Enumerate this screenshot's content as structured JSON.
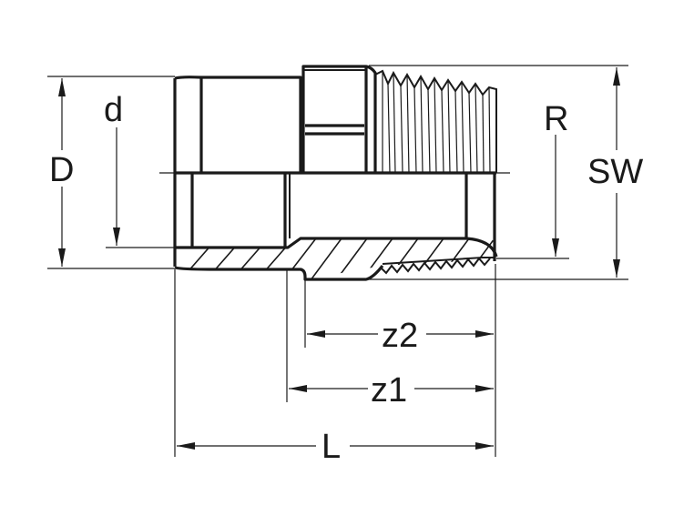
{
  "drawing": {
    "title": "Adapter fitting (socket x male thread) dimension drawing",
    "colors": {
      "line": "#1a1a1a",
      "background": "#ffffff"
    },
    "labels": {
      "D": "D",
      "d": "d",
      "R": "R",
      "SW": "SW",
      "z2": "z2",
      "z1": "z1",
      "L": "L"
    }
  }
}
